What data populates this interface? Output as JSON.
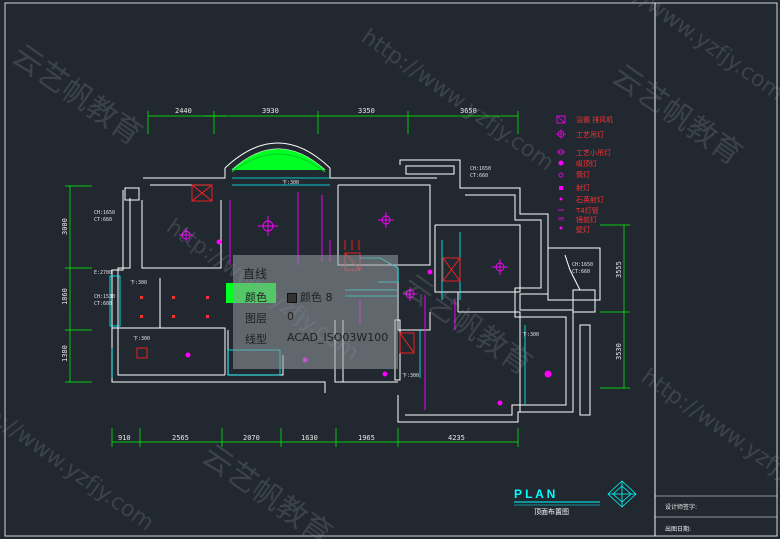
{
  "dimensions": {
    "top": [
      "2440",
      "3930",
      "3350",
      "3650"
    ],
    "bottom": [
      "910",
      "2565",
      "2070",
      "1630",
      "1965",
      "4235"
    ],
    "left": [
      "3000",
      "1860",
      "1380"
    ],
    "right": [
      "3555",
      "3530"
    ]
  },
  "room_labels": {
    "cl_1": "CH:1650",
    "ct_1": "CT:660",
    "cl_2": "CH:1650",
    "ct_2": "CT:660",
    "cl_3": "E:2700",
    "cl_4": "CH:1530",
    "ct_4": "CT:600",
    "cl_5": "CH:1650",
    "ct_5": "CT:660",
    "ceil_1": "下:300",
    "ceil_2": "下:300",
    "ceil_3": "下:300",
    "ceil_4": "下:300",
    "ceil_5": "下:300"
  },
  "legend": [
    {
      "label": "浴霸  排风机",
      "icon": "bath-heater-icon"
    },
    {
      "label": "工艺吊灯",
      "icon": "pendant-lamp-icon"
    },
    {
      "label": "工艺小吊灯",
      "icon": "small-pendant-icon"
    },
    {
      "label": "吸顶灯",
      "icon": "ceiling-lamp-icon"
    },
    {
      "label": "筒灯",
      "icon": "downlight-icon"
    },
    {
      "label": "射灯",
      "icon": "spotlight-icon"
    },
    {
      "label": "石英射灯",
      "icon": "quartz-spot-icon"
    },
    {
      "label": "T4灯管",
      "icon": "t4-tube-icon"
    },
    {
      "label": "镜前灯",
      "icon": "mirror-lamp-icon"
    },
    {
      "label": "壁灯",
      "icon": "wall-lamp-icon"
    }
  ],
  "properties_panel": {
    "title": "直线",
    "rows": [
      {
        "key": "颜色",
        "value": "颜色 8"
      },
      {
        "key": "图层",
        "value": "0"
      },
      {
        "key": "线型",
        "value": "ACAD_ISO03W100"
      }
    ]
  },
  "plan_title": {
    "heading": "P L A N",
    "subtitle": "顶面布置图"
  },
  "title_block": {
    "designer_label": "设计师签字:",
    "date_label": "出图日期:"
  },
  "watermarks": {
    "url": "http://www.yzfjy.com",
    "brand": "云艺帆教育"
  },
  "colors": {
    "background": "#212830",
    "wall": "#ffffff",
    "dimension": "#00ff00",
    "lighting": "#ff00ff",
    "legend_text": "#ff3030",
    "cyan": "#00ffff",
    "red": "#ff2020"
  }
}
